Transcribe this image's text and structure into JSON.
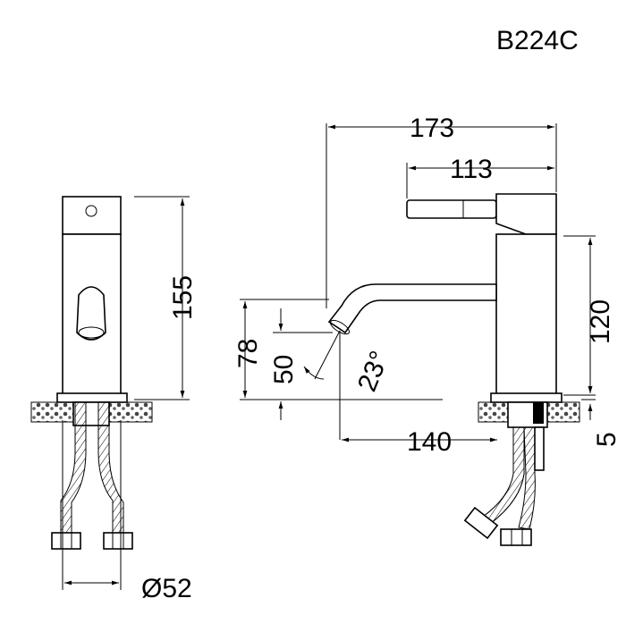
{
  "model": "B224C",
  "dimensions": {
    "total_reach": "173",
    "lever_reach": "113",
    "left_height": "155",
    "body_height": "120",
    "outlet_height": "78",
    "outlet_clearance": "50",
    "outlet_angle": "23°",
    "spout_depth": "140",
    "plate_thickness": "5",
    "hole_diameter": "Ø52"
  }
}
